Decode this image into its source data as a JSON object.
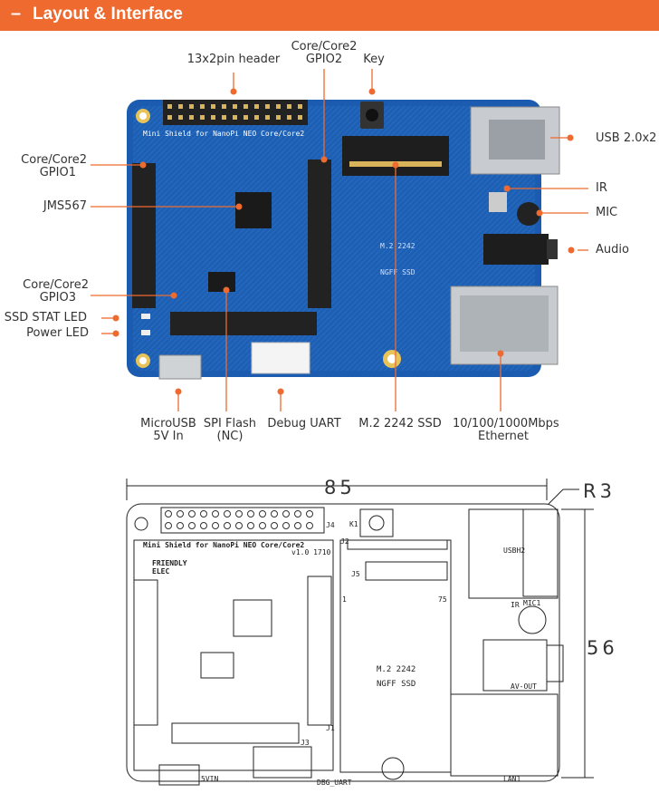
{
  "header": {
    "title": "Layout & Interface"
  },
  "callouts": {
    "header13x2": "13x2pin header",
    "gpio2_line1": "Core/Core2",
    "gpio2_line2": "GPIO2",
    "key": "Key",
    "usb": "USB 2.0x2",
    "gpio1_line1": "Core/Core2",
    "gpio1_line2": "GPIO1",
    "jms": "JMS567",
    "ir": "IR",
    "mic": "MIC",
    "audio": "Audio",
    "gpio3_line1": "Core/Core2",
    "gpio3_line2": "GPIO3",
    "ssd_led": "SSD STAT LED",
    "power_led": "Power LED",
    "microusb_line1": "MicroUSB",
    "microusb_line2": "5V In",
    "spi_line1": "SPI Flash",
    "spi_line2": "(NC)",
    "debug_uart": "Debug UART",
    "m2": "M.2 2242 SSD",
    "eth_line1": "10/100/1000Mbps",
    "eth_line2": "Ethernet"
  },
  "board_silk": {
    "title": "Mini Shield for NanoPi NEO Core/Core2",
    "version": "v1.0 1710",
    "brand1": "FRIENDLY",
    "brand2": "ELEC",
    "m2_line1": "M.2 2242",
    "m2_line2": "NGFF SSD",
    "dbg": "DBG_UART",
    "vin": "5VIN",
    "lan": "LAN1",
    "usbh2": "USBH2",
    "avout": "AV-OUT",
    "mic1": "MIC1",
    "j1": "J1",
    "j2": "J2",
    "j3": "J3",
    "j4": "J4",
    "j5": "J5",
    "k1": "K1",
    "ir": "IR",
    "n1": "1",
    "n75": "75"
  },
  "dimensions": {
    "width": "85",
    "height": "56",
    "radius": "R3"
  },
  "colors": {
    "banner": "#ee6a2f",
    "pcb_blue": "#1c5fb3",
    "leader": "#ee6a2f"
  }
}
